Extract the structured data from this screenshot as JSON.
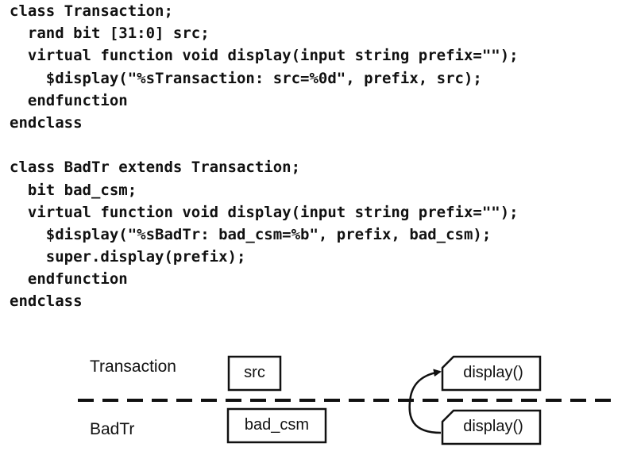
{
  "code": {
    "lines": [
      "class Transaction;",
      "  rand bit [31:0] src;",
      "  virtual function void display(input string prefix=\"\");",
      "    $display(\"%sTransaction: src=%0d\", prefix, src);",
      "  endfunction",
      "endclass",
      "",
      "class BadTr extends Transaction;",
      "  bit bad_csm;",
      "  virtual function void display(input string prefix=\"\");",
      "    $display(\"%sBadTr: bad_csm=%b\", prefix, bad_csm);",
      "    super.display(prefix);",
      "  endfunction",
      "endclass"
    ]
  },
  "diagram": {
    "transaction_label": "Transaction",
    "badtr_label": "BadTr",
    "src_box": "src",
    "bad_csm_box": "bad_csm",
    "display_top": "display()",
    "display_bottom": "display()"
  }
}
